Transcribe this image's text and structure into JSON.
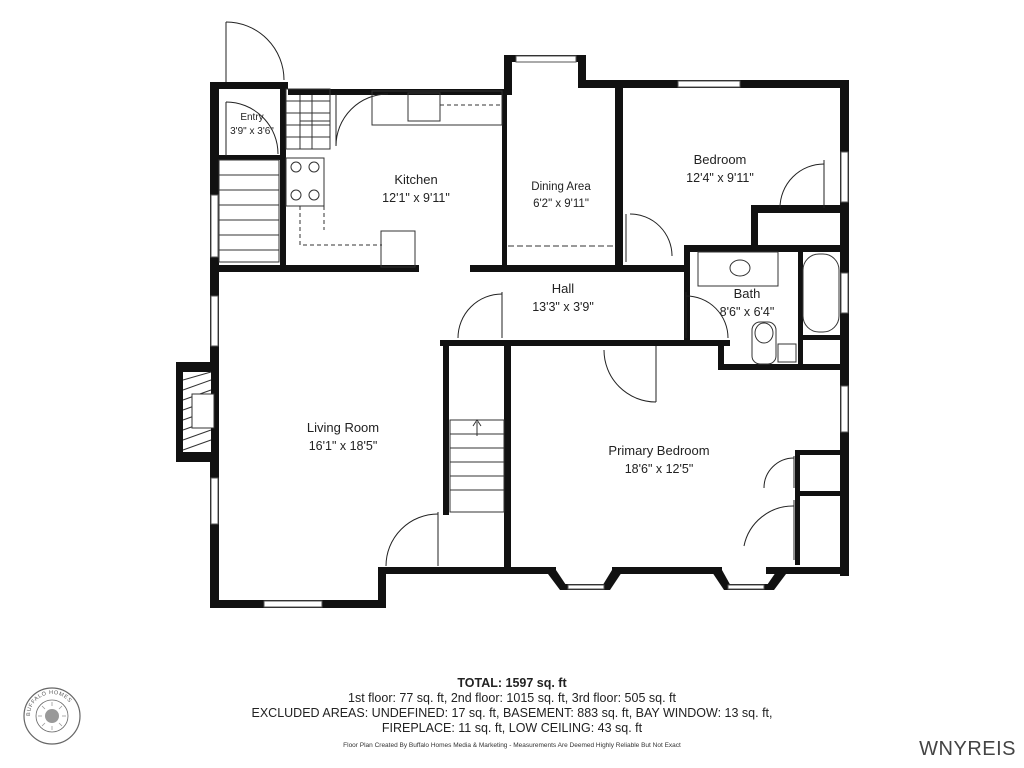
{
  "rooms": {
    "entry": {
      "name": "Entry",
      "dims": "3'9\" x 3'6\""
    },
    "kitchen": {
      "name": "Kitchen",
      "dims": "12'1\" x 9'11\""
    },
    "dining": {
      "name": "Dining Area",
      "dims": "6'2\" x 9'11\""
    },
    "bedroom": {
      "name": "Bedroom",
      "dims": "12'4\" x 9'11\""
    },
    "hall": {
      "name": "Hall",
      "dims": "13'3\" x 3'9\""
    },
    "bath": {
      "name": "Bath",
      "dims": "8'6\" x 6'4\""
    },
    "living": {
      "name": "Living Room",
      "dims": "16'1\" x 18'5\""
    },
    "primary": {
      "name": "Primary Bedroom",
      "dims": "18'6\" x 12'5\""
    }
  },
  "summary": {
    "total": "TOTAL: 1597 sq. ft",
    "line1": "1st floor: 77 sq. ft, 2nd floor: 1015 sq. ft, 3rd floor: 505 sq. ft",
    "line2": "EXCLUDED AREAS: UNDEFINED: 17 sq. ft, BASEMENT: 883 sq. ft, BAY WINDOW: 13 sq. ft,",
    "line3": "FIREPLACE: 11 sq. ft, LOW CEILING: 43 sq. ft"
  },
  "credit": "Floor Plan Created By Buffalo Homes Media & Marketing - Measurements Are Deemed Highly Reliable But Not Exact",
  "brand": "WNYREIS",
  "logo": {
    "text": "BUFFALO HOMES"
  }
}
